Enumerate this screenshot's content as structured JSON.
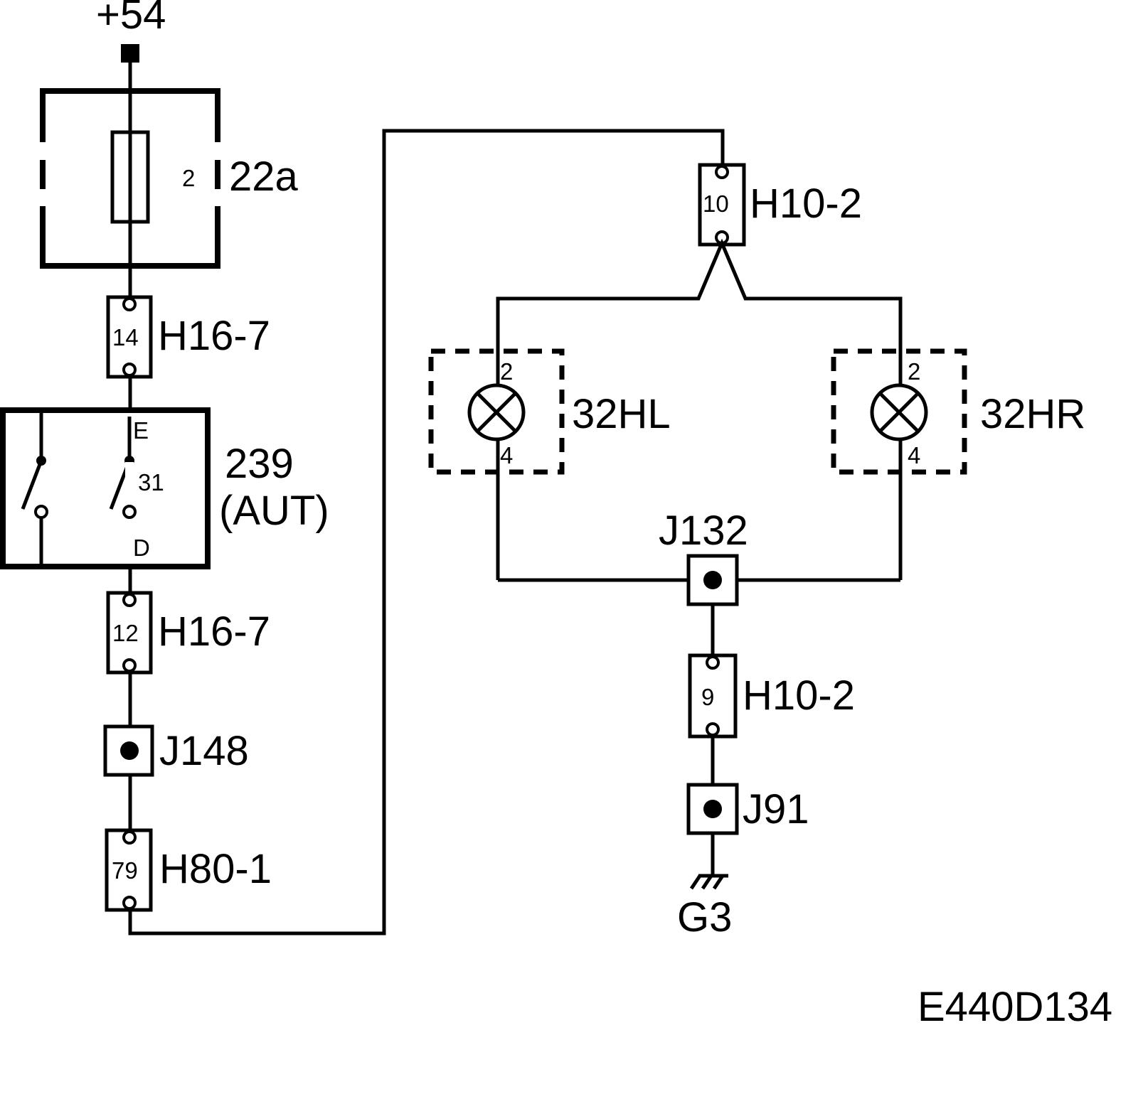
{
  "supply": {
    "label": "+54"
  },
  "fuse": {
    "pin": "2",
    "label": "22a"
  },
  "connectors": {
    "h16_7_top": {
      "pin": "14",
      "label": "H16-7"
    },
    "h16_7_bottom": {
      "pin": "12",
      "label": "H16-7"
    },
    "h80_1": {
      "pin": "79",
      "label": "H80-1"
    },
    "h10_2_top": {
      "pin": "10",
      "label": "H10-2"
    },
    "h10_2_bottom": {
      "pin": "9",
      "label": "H10-2"
    }
  },
  "switch_module": {
    "number": "239",
    "variant": "(AUT)",
    "terminal_top": "E",
    "terminal_mid": "31",
    "terminal_bottom": "D"
  },
  "splices": {
    "j148": "J148",
    "j132": "J132",
    "j91": "J91"
  },
  "lamps": {
    "left": {
      "label": "32HL",
      "pin_top": "2",
      "pin_bottom": "4"
    },
    "right": {
      "label": "32HR",
      "pin_top": "2",
      "pin_bottom": "4"
    }
  },
  "ground": {
    "label": "G3"
  },
  "diagram_id": "E440D134"
}
